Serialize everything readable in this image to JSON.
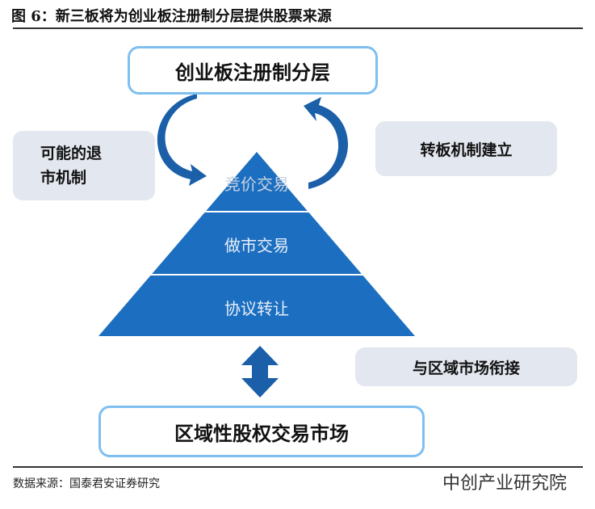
{
  "title": "图 6：新三板将为创业板注册制分层提供股票来源",
  "top_box": "创业板注册制分层",
  "left_box": "可能的退市机制",
  "right_box": "转板机制建立",
  "pyramid": [
    "竞价交易",
    "做市交易",
    "协议转让"
  ],
  "right_lower_box": "与区域市场衔接",
  "bottom_box": "区域性股权交易市场",
  "source": "数据来源：国泰君安证券研究",
  "watermark": "中创产业研究院",
  "colors": {
    "pyramid": "#1c6fc0",
    "arrow": "#1a5fa8",
    "outline": "#7fbff0",
    "grey_box": "#e3e7ef"
  }
}
